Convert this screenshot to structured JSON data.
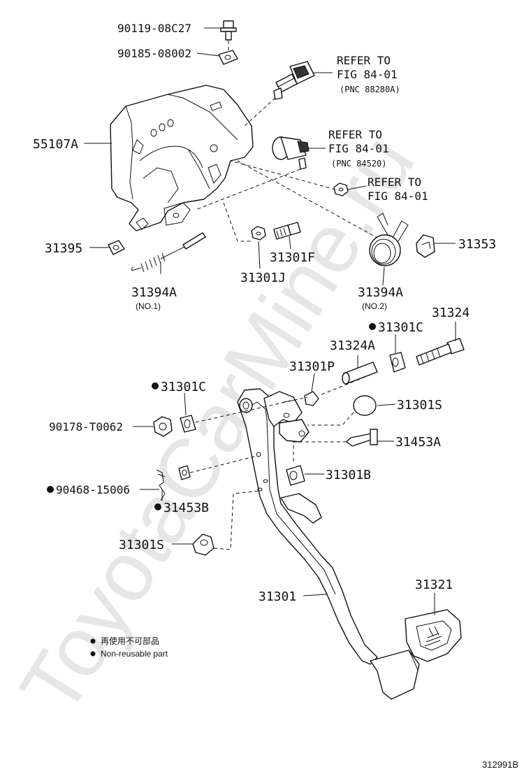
{
  "watermark": "ToyotaCarMine.ru",
  "labels": {
    "p90119": "90119-08C27",
    "p90185": "90185-08002",
    "refer1_line1": "REFER TO",
    "refer1_line2": "FIG 84-01",
    "refer1_line3": "(PNC 88280A)",
    "p55107A": "55107A",
    "refer2_line1": "REFER TO",
    "refer2_line2": "FIG 84-01",
    "refer2_line3": "(PNC 84520)",
    "refer3_line1": "REFER TO",
    "refer3_line2": "FIG 84-01",
    "p31395": "31395",
    "p31353": "31353",
    "p31301F": "31301F",
    "p31301J": "31301J",
    "p31394A_1": "31394A",
    "p31394A_1_sub": "(NO.1)",
    "p31394A_2": "31394A",
    "p31394A_2_sub": "(NO.2)",
    "p31324": "31324",
    "p31301C_r": "31301C",
    "p31324A": "31324A",
    "p31301P": "31301P",
    "p31301C_l": "31301C",
    "p31301S_r": "31301S",
    "p90178": "90178-T0062",
    "p31453A": "31453A",
    "p31301B": "31301B",
    "p90468": "90468-15006",
    "p31453B": "31453B",
    "p31301S_l": "31301S",
    "p31321": "31321",
    "p31301": "31301"
  },
  "legend": {
    "line_cn": "再使用不可部品",
    "line_en": "Non-reusable part"
  },
  "figure_number": "312991B"
}
